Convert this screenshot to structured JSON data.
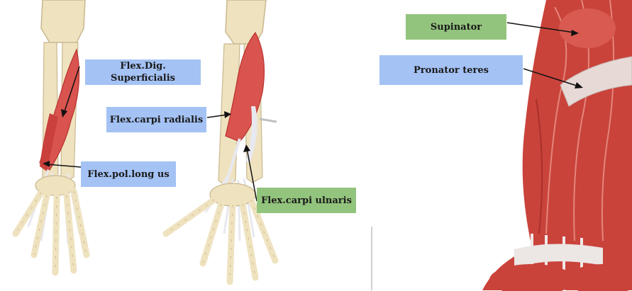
{
  "labels": {
    "flex_dig_superficialis": "Flex.Dig. Superficialis",
    "flex_pol_longus": "Flex.pol.long us",
    "flex_carpi_radialis": "Flex.carpi radialis",
    "flex_carpi_ulnaris": "Flex.carpi ulnaris",
    "supinator": "Supinator",
    "pronator_teres": "Pronator teres"
  },
  "colors": {
    "blue_label": "#a4c2f4",
    "green_label": "#93c47d",
    "bone": "#efe2bf",
    "muscle": "#d9534f",
    "muscle_dark": "#b8322e",
    "tendon": "#e8e8ef"
  }
}
